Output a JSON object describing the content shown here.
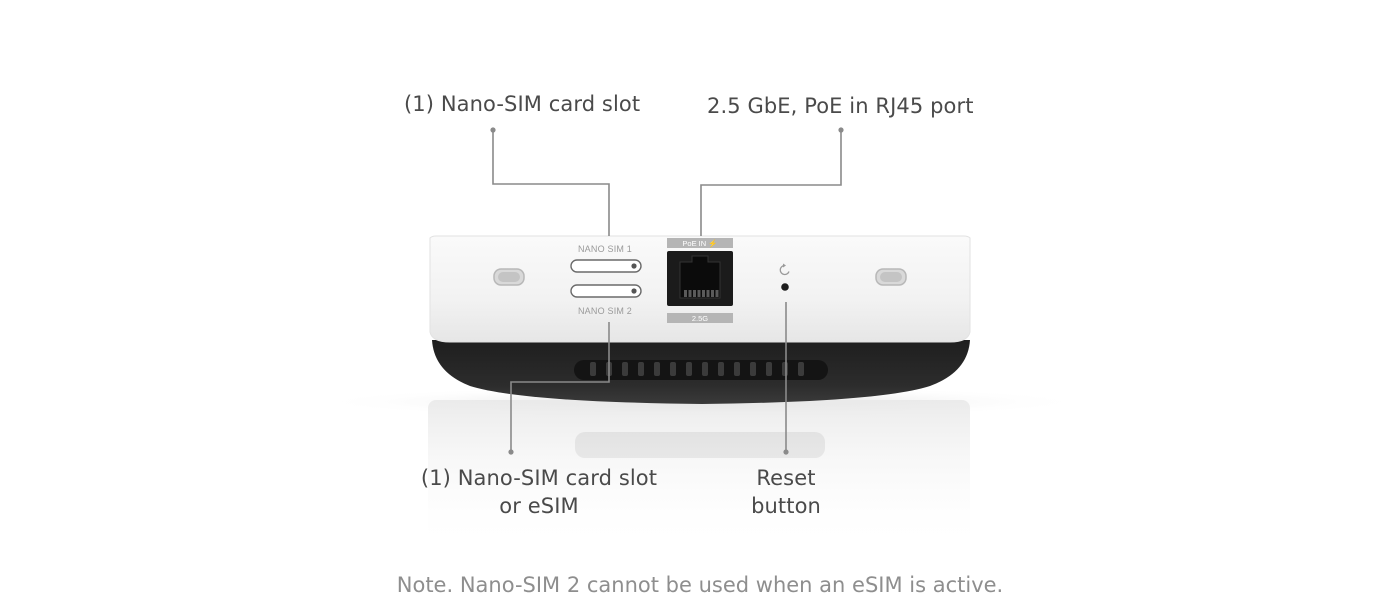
{
  "callouts": {
    "sim_slot_top": "(1) Nano-SIM card slot",
    "rj45_port": "2.5 GbE, PoE in RJ45 port",
    "sim_slot_bottom_line1": "(1) Nano-SIM card slot",
    "sim_slot_bottom_line2": "or eSIM",
    "reset_line1": "Reset",
    "reset_line2": "button"
  },
  "device_labels": {
    "nano_sim_1": "NANO SIM 1",
    "nano_sim_2": "NANO SIM 2",
    "poe_in": "PoE IN ⚡",
    "speed": "2.5G"
  },
  "note": "Note. Nano-SIM 2 cannot be used when an eSIM is active.",
  "colors": {
    "leader_line": "#8a8a8a",
    "device_body": "#f1f1f1",
    "device_base": "#2a2a2a",
    "label_text": "#4a4a4a",
    "note_text": "#8e8e8e"
  }
}
